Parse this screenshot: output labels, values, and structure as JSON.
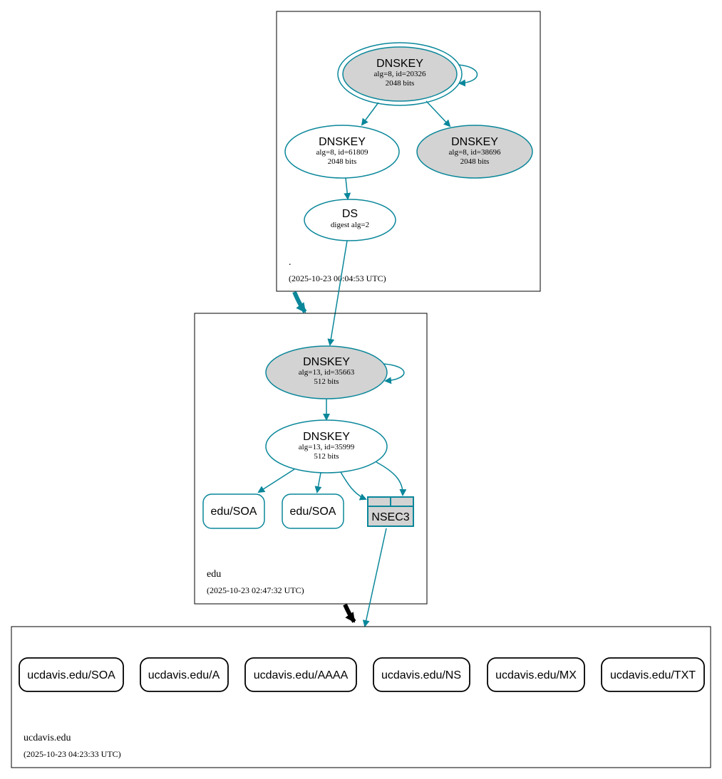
{
  "colors": {
    "edge": "#0a879a",
    "delegation_insecure": "#000000",
    "signing_key_fill": "#d3d3d3",
    "box": "#000000"
  },
  "zones": {
    "root": {
      "name": ".",
      "timestamp": "(2025-10-23 00:04:53 UTC)"
    },
    "edu": {
      "name": "edu",
      "timestamp": "(2025-10-23 02:47:32 UTC)"
    },
    "ucdavis": {
      "name": "ucdavis.edu",
      "timestamp": "(2025-10-23 04:23:33 UTC)"
    }
  },
  "root_nodes": {
    "ksk": {
      "type": "DNSKEY",
      "detail": "alg=8, id=20326",
      "size": "2048 bits",
      "trust_anchor": true,
      "sep": true
    },
    "zsk": {
      "type": "DNSKEY",
      "detail": "alg=8, id=61809",
      "size": "2048 bits",
      "sep": false
    },
    "key3": {
      "type": "DNSKEY",
      "detail": "alg=8, id=38696",
      "size": "2048 bits",
      "sep": true
    },
    "ds": {
      "type": "DS",
      "detail": "digest alg=2"
    }
  },
  "edu_nodes": {
    "ksk": {
      "type": "DNSKEY",
      "detail": "alg=13, id=35663",
      "size": "512 bits",
      "sep": true
    },
    "zsk": {
      "type": "DNSKEY",
      "detail": "alg=13, id=35999",
      "size": "512 bits",
      "sep": false
    },
    "soa1": {
      "label": "edu/SOA"
    },
    "soa2": {
      "label": "edu/SOA"
    },
    "nsec3": {
      "label": "NSEC3"
    }
  },
  "ucdavis_rrsets": [
    {
      "label": "ucdavis.edu/SOA"
    },
    {
      "label": "ucdavis.edu/A"
    },
    {
      "label": "ucdavis.edu/AAAA"
    },
    {
      "label": "ucdavis.edu/NS"
    },
    {
      "label": "ucdavis.edu/MX"
    },
    {
      "label": "ucdavis.edu/TXT"
    }
  ]
}
